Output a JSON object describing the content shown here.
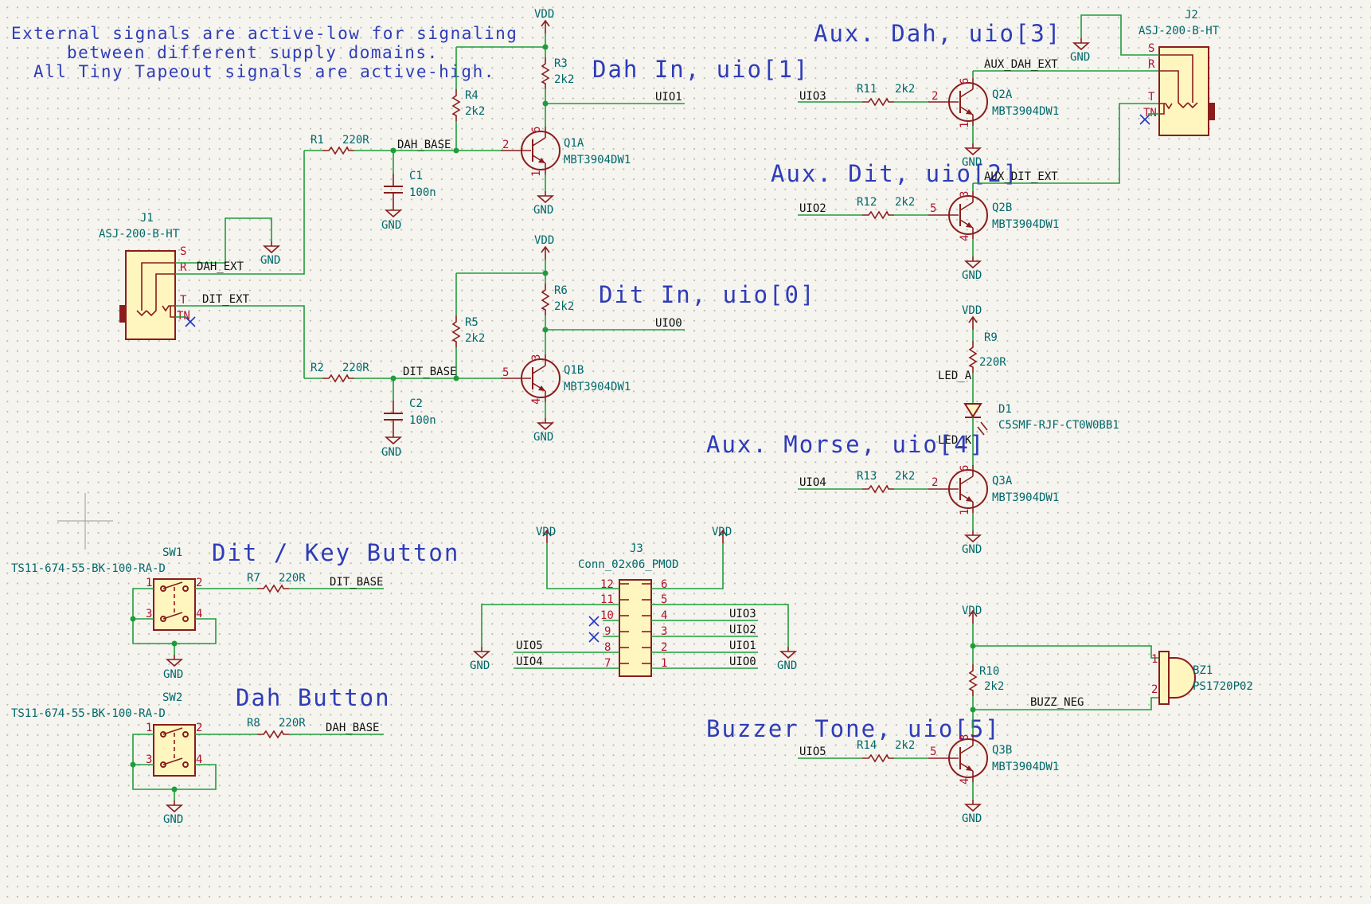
{
  "notes": {
    "line1": "External signals are active-low for signaling",
    "line2": "between different supply domains.",
    "line3": "All Tiny Tapeout signals are active-high."
  },
  "labels": {
    "dah_in": "Dah In, uio[1]",
    "dit_in": "Dit In, uio[0]",
    "aux_dah": "Aux. Dah, uio[3]",
    "aux_dit": "Aux. Dit, uio[2]",
    "aux_morse": "Aux. Morse, uio[4]",
    "buzzer_tone": "Buzzer Tone, uio[5]",
    "dit_key_button": "Dit / Key Button",
    "dah_button": "Dah Button"
  },
  "power": {
    "vdd": "VDD",
    "gnd": "GND"
  },
  "nets": {
    "dah_base": "DAH_BASE",
    "dit_base": "DIT_BASE",
    "dah_ext": "DAH_EXT",
    "dit_ext": "DIT_EXT",
    "aux_dah_ext": "AUX_DAH_EXT",
    "aux_dit_ext": "AUX_DIT_EXT",
    "led_a": "LED_A",
    "led_k": "LED_K",
    "buzz_neg": "BUZZ_NEG",
    "uio0": "UIO0",
    "uio1": "UIO1",
    "uio2": "UIO2",
    "uio3": "UIO3",
    "uio4": "UIO4",
    "uio5": "UIO5"
  },
  "components": {
    "r1": {
      "ref": "R1",
      "value": "220R"
    },
    "r2": {
      "ref": "R2",
      "value": "220R"
    },
    "r3": {
      "ref": "R3",
      "value": "2k2"
    },
    "r4": {
      "ref": "R4",
      "value": "2k2"
    },
    "r5": {
      "ref": "R5",
      "value": "2k2"
    },
    "r6": {
      "ref": "R6",
      "value": "2k2"
    },
    "r7": {
      "ref": "R7",
      "value": "220R"
    },
    "r8": {
      "ref": "R8",
      "value": "220R"
    },
    "r9": {
      "ref": "R9",
      "value": "220R"
    },
    "r10": {
      "ref": "R10",
      "value": "2k2"
    },
    "r11": {
      "ref": "R11",
      "value": "2k2"
    },
    "r12": {
      "ref": "R12",
      "value": "2k2"
    },
    "r13": {
      "ref": "R13",
      "value": "2k2"
    },
    "r14": {
      "ref": "R14",
      "value": "2k2"
    },
    "c1": {
      "ref": "C1",
      "value": "100n"
    },
    "c2": {
      "ref": "C2",
      "value": "100n"
    },
    "q1a": {
      "ref": "Q1A",
      "value": "MBT3904DW1"
    },
    "q1b": {
      "ref": "Q1B",
      "value": "MBT3904DW1"
    },
    "q2a": {
      "ref": "Q2A",
      "value": "MBT3904DW1"
    },
    "q2b": {
      "ref": "Q2B",
      "value": "MBT3904DW1"
    },
    "q3a": {
      "ref": "Q3A",
      "value": "MBT3904DW1"
    },
    "q3b": {
      "ref": "Q3B",
      "value": "MBT3904DW1"
    },
    "j1": {
      "ref": "J1",
      "value": "ASJ-200-B-HT"
    },
    "j2": {
      "ref": "J2",
      "value": "ASJ-200-B-HT"
    },
    "j3": {
      "ref": "J3",
      "value": "Conn_02x06_PMOD"
    },
    "sw1": {
      "ref": "SW1",
      "value": "TS11-674-55-BK-100-RA-D"
    },
    "sw2": {
      "ref": "SW2",
      "value": "TS11-674-55-BK-100-RA-D"
    },
    "d1": {
      "ref": "D1",
      "value": "C5SMF-RJF-CT0W0BB1"
    },
    "bz1": {
      "ref": "BZ1",
      "value": "PS1720P02"
    }
  },
  "pins": {
    "jack": {
      "s": "S",
      "r": "R",
      "t": "T",
      "tn": "TN"
    },
    "q_a": {
      "b": "2",
      "c": "6",
      "e": "1"
    },
    "q_b": {
      "b": "5",
      "c": "3",
      "e": "4"
    },
    "sw": {
      "p1": "1",
      "p2": "2",
      "p3": "3",
      "p4": "4"
    },
    "bz": {
      "p1": "1",
      "p2": "2"
    },
    "pmod_left": [
      "12",
      "11",
      "10",
      "9",
      "8",
      "7"
    ],
    "pmod_right": [
      "6",
      "5",
      "4",
      "3",
      "2",
      "1"
    ]
  },
  "colors": {
    "wire": "#1f9d3a",
    "component": "#8a1c1c",
    "component_fill": "#fff6bf",
    "text_label": "#2e3cb8",
    "ref_text": "#00696b",
    "pin_number": "#b2132b",
    "no_connect": "#2336c4"
  }
}
